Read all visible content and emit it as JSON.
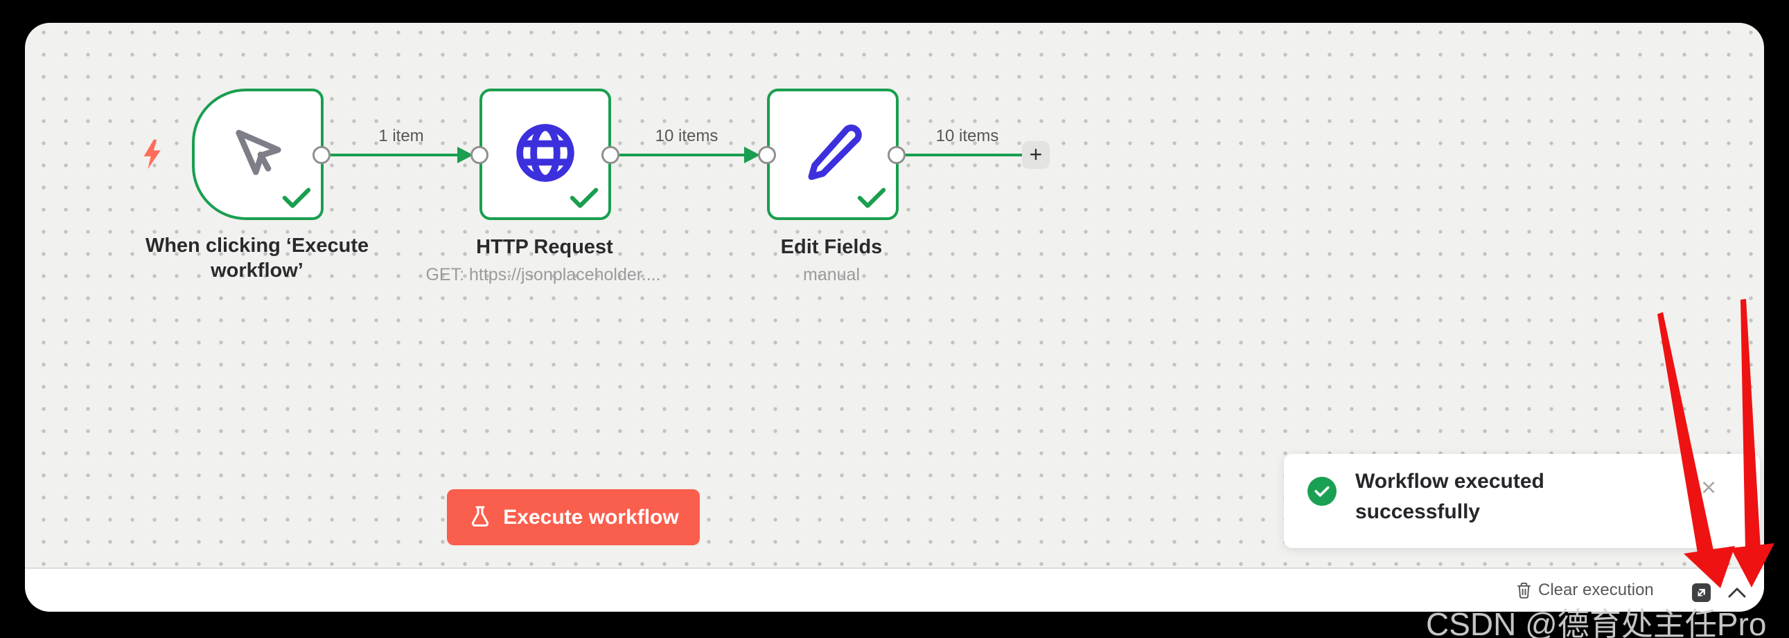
{
  "workflow": {
    "nodes": [
      {
        "name": "When clicking ‘Execute workflow’",
        "subtitle": "",
        "type": "manual-trigger"
      },
      {
        "name": "HTTP Request",
        "subtitle": "GET: https://jsonplaceholder....",
        "type": "http-request"
      },
      {
        "name": "Edit Fields",
        "subtitle": "manual",
        "type": "set"
      }
    ],
    "connections": [
      {
        "items_label": "1 item"
      },
      {
        "items_label": "10 items"
      },
      {
        "items_label": "10 items"
      }
    ],
    "add_button_label": "+"
  },
  "controls": {
    "execute_button_label": "Execute workflow"
  },
  "toast": {
    "message": "Workflow executed successfully",
    "close_label": "×"
  },
  "footer": {
    "clear_execution_label": "Clear execution"
  },
  "watermark": {
    "text": "CSDN @德育处主任Pro"
  },
  "colors": {
    "page_bg": "#000000",
    "canvas_bg": "#f1f1ef",
    "node_border_success": "#1a9e50",
    "connection_line": "#1a9e50",
    "node_icon_blue": "#3c30dd",
    "trigger_bolt": "#ff6d5a",
    "execute_button": "#fa5e4d",
    "toast_success_icon": "#1aa053",
    "annotation_arrow_red": "#ee1212"
  }
}
